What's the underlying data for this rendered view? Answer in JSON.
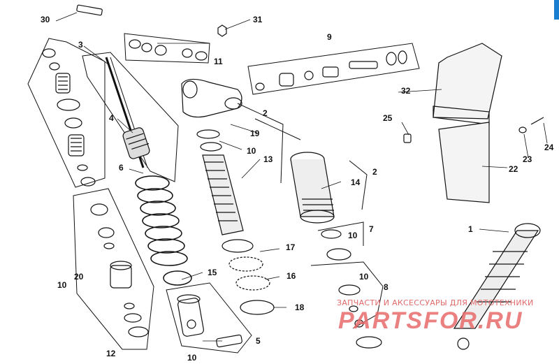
{
  "callouts": {
    "c1": "1",
    "c2a": "2",
    "c2b": "2",
    "c3": "3",
    "c4": "4",
    "c5": "5",
    "c6": "6",
    "c7": "7",
    "c8": "8",
    "c9": "9",
    "c10a": "10",
    "c10b": "10",
    "c10c": "10",
    "c10d": "10",
    "c10e": "10",
    "c11": "11",
    "c12": "12",
    "c13": "13",
    "c14": "14",
    "c15": "15",
    "c16": "16",
    "c17": "17",
    "c18": "18",
    "c19": "19",
    "c20": "20",
    "c22": "22",
    "c23": "23",
    "c24": "24",
    "c25": "25",
    "c30": "30",
    "c31": "31",
    "c32": "32"
  },
  "watermark": {
    "tagline": "ЗАПЧАСТИ И АКСЕССУАРЫ ДЛЯ МОТОТЕХНИКИ",
    "brand": "PARTSFOR.RU",
    "color": "#e86b6b"
  }
}
